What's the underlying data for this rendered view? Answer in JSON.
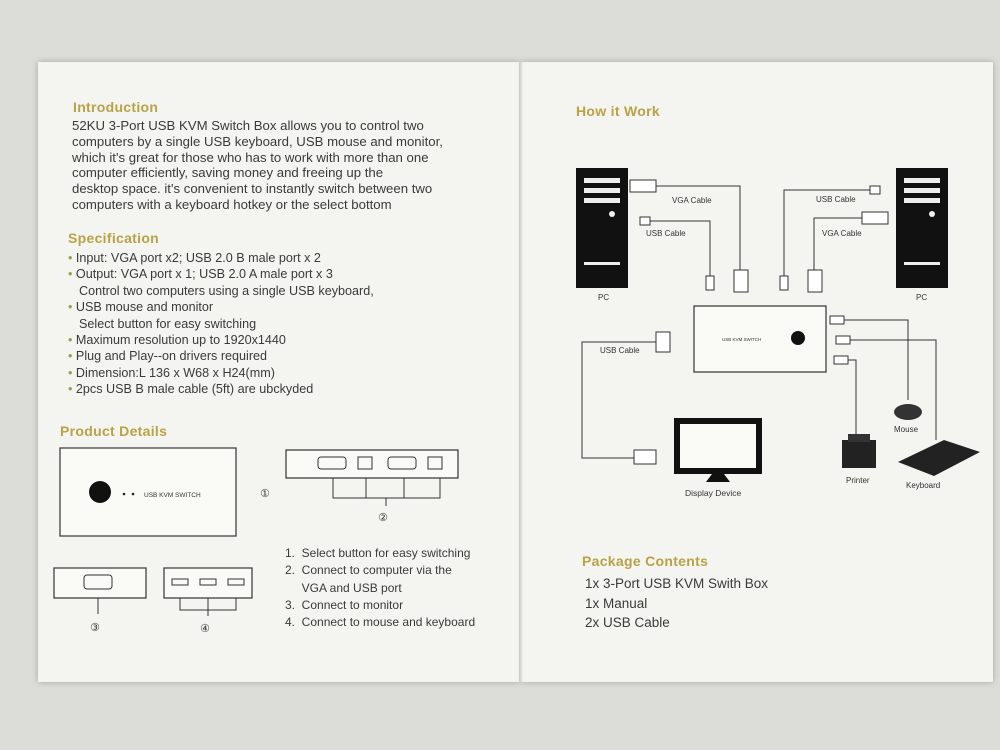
{
  "intro": {
    "heading": "Introduction",
    "lines": [
      "52KU 3-Port USB KVM Switch Box allows you to control two",
      "computers by a single USB keyboard, USB mouse and monitor,",
      "which it's great for those who has to work with more than one",
      "computer efficiently, saving money and freeing up the",
      "desktop space. it's convenient to instantly switch between two",
      "computers with a keyboard hotkey or the select bottom"
    ]
  },
  "spec": {
    "heading": "Specification",
    "lines": [
      {
        "bullet": true,
        "text": "Input: VGA port x2; USB 2.0 B male port x 2"
      },
      {
        "bullet": true,
        "text": "Output: VGA port x 1; USB 2.0 A male port x 3"
      },
      {
        "bullet": false,
        "text": "Control two computers using a single USB keyboard,"
      },
      {
        "bullet": true,
        "text": "USB mouse and monitor"
      },
      {
        "bullet": false,
        "text": "Select button for easy switching"
      },
      {
        "bullet": true,
        "text": "Maximum resolution up to 1920x1440"
      },
      {
        "bullet": true,
        "text": "Plug and Play--on drivers required"
      },
      {
        "bullet": true,
        "text": "Dimension:L 136 x W68 x H24(mm)"
      },
      {
        "bullet": true,
        "text": "2pcs USB B male cable (5ft) are ubckyded"
      }
    ]
  },
  "details": {
    "heading": "Product Details",
    "box_label": "USB KVM SWITCH",
    "callouts": [
      "①",
      "②",
      "③",
      "④"
    ],
    "items": [
      "1.  Select button for easy switching",
      "2.  Connect to computer via the",
      "     VGA and USB port",
      "3.  Connect to monitor",
      "4.  Connect to mouse and keyboard"
    ]
  },
  "how": {
    "heading": "How it Work",
    "labels": {
      "pc_left": "PC",
      "pc_right": "PC",
      "vga_left": "VGA Cable",
      "usb_left": "USB Cable",
      "usb_right": "USB Cable",
      "vga_right": "VGA Cable",
      "usb_mid": "USB Cable",
      "mouse": "Mouse",
      "printer": "Printer",
      "keyboard": "Keyboard",
      "display": "Display Device",
      "switch_text": "USB KVM SWITCH"
    }
  },
  "package": {
    "heading": "Package Contents",
    "items": [
      "1x 3-Port USB KVM Swith Box",
      "1x Manual",
      "2x USB Cable"
    ]
  }
}
